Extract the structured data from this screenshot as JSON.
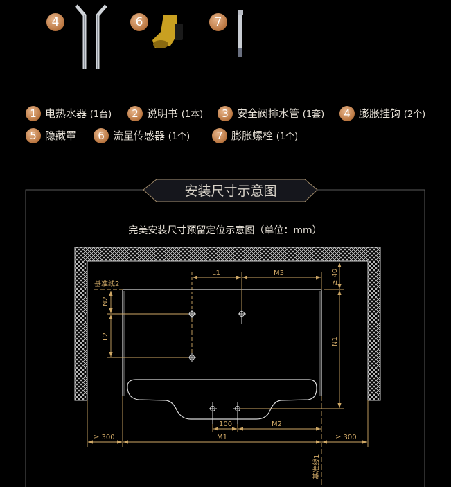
{
  "accessories_images": [
    {
      "number": "4",
      "name": "expansion-hook"
    },
    {
      "number": "6",
      "name": "flow-sensor"
    },
    {
      "number": "7",
      "name": "expansion-bolt"
    }
  ],
  "accessories_list": [
    {
      "number": "1",
      "name": "电热水器",
      "qty": "(1台)"
    },
    {
      "number": "2",
      "name": "说明书",
      "qty": "(1本)"
    },
    {
      "number": "3",
      "name": "安全阀排水管",
      "qty": "(1套)"
    },
    {
      "number": "4",
      "name": "膨胀挂钩",
      "qty": "(2个)"
    },
    {
      "number": "5",
      "name": "隐藏罩",
      "qty": ""
    },
    {
      "number": "6",
      "name": "流量传感器",
      "qty": "(1个)"
    },
    {
      "number": "7",
      "name": "膨胀螺栓",
      "qty": "(1个)"
    }
  ],
  "section": {
    "title": "安装尺寸示意图",
    "subtitle": "完美安装尺寸预留定位示意图（单位：mm）"
  },
  "diagram": {
    "labels": {
      "baseline2": "基准线2",
      "baseline1": "基准线1",
      "L1": "L1",
      "M3": "M3",
      "top_gap": "≥ 40",
      "N2": "N2",
      "L2": "L2",
      "N1": "N1",
      "spacing": "100",
      "M2": "M2",
      "M1": "M1",
      "left_gap": "≥ 300",
      "right_gap": "≥ 300"
    },
    "colors": {
      "dimension": "#cfa866",
      "outline": "#d8d8d8"
    }
  }
}
